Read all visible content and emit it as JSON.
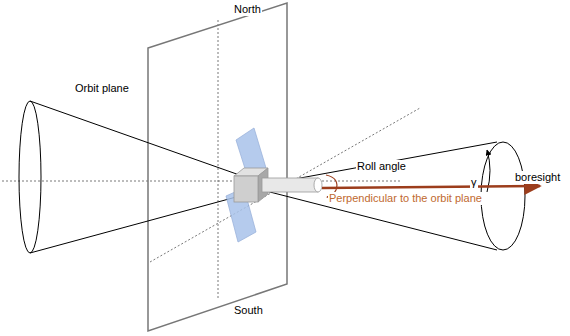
{
  "diagram": {
    "labels": [
      "North",
      "Orbit plane",
      "Roll angle",
      "γ",
      "boresight",
      "Perpendicular to the orbit plane",
      "South"
    ]
  }
}
